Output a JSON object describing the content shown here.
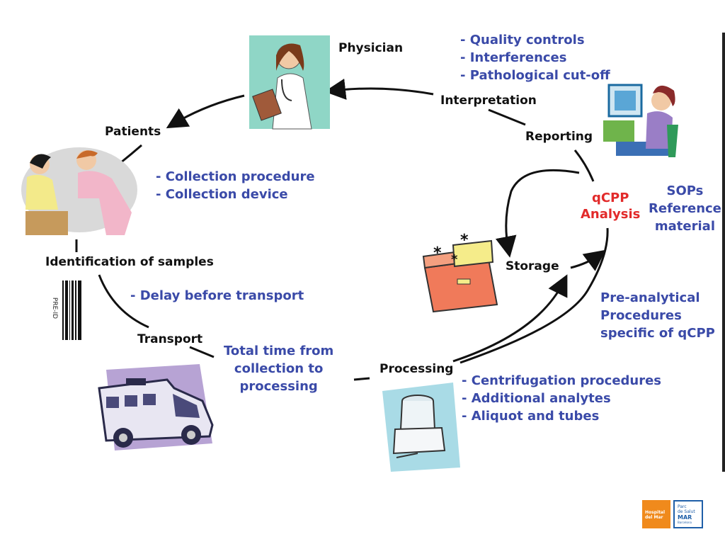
{
  "nodes": {
    "physician": "Physician",
    "interpretation": "Interpretation",
    "reporting": "Reporting",
    "patients": "Patients",
    "identification": "Identification of samples",
    "transport": "Transport",
    "processing": "Processing",
    "storage": "Storage",
    "qcpp_line1": "qCPP",
    "qcpp_line2": "Analysis"
  },
  "notes": {
    "interpretation": [
      "- Quality controls",
      "- Interferences",
      "- Pathological cut-off"
    ],
    "collection": [
      "- Collection procedure",
      "- Collection device"
    ],
    "delay": "- Delay before transport",
    "total_time": [
      "Total time from",
      "collection to",
      "processing"
    ],
    "processing": [
      "- Centrifugation procedures",
      "- Additional analytes",
      "- Aliquot and tubes"
    ],
    "preanalytical": [
      "Pre-analytical",
      "Procedures",
      "specific of qCPP"
    ],
    "sops": [
      "SOPs",
      "Reference",
      "material"
    ]
  },
  "barcode_text": "PRE-ID",
  "logos": {
    "hospital": [
      "Hospital",
      "del Mar"
    ],
    "parc": [
      "Parc",
      "de Salut",
      "MAR",
      "Barcelona"
    ]
  },
  "colors": {
    "note_blue": "#3a4aa8",
    "qcpp_red": "#e22a2a",
    "logo_orange": "#f08a1c",
    "logo_blue": "#1f5fa8"
  },
  "icons": [
    "physician-icon",
    "computer-worker-icon",
    "patient-nurse-icon",
    "barcode-icon",
    "freezer-icon",
    "ambulance-icon",
    "centrifuge-icon"
  ]
}
